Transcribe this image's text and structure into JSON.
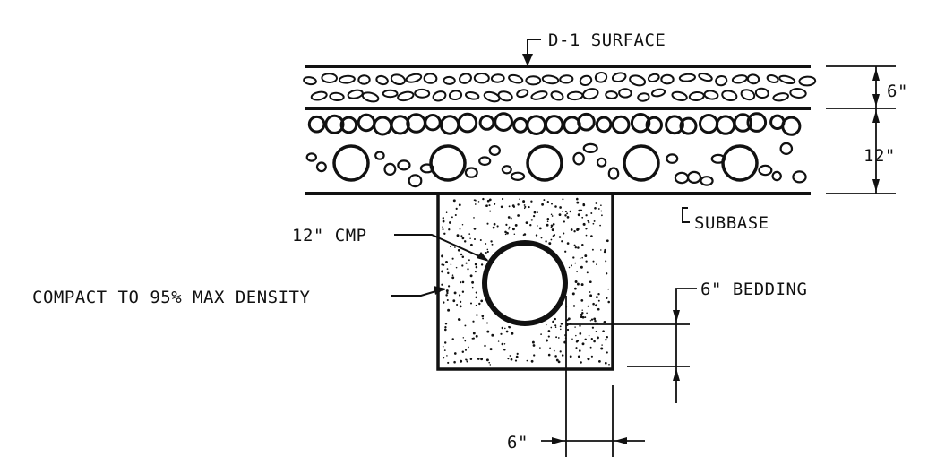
{
  "labels": {
    "surface": "D-1 SURFACE",
    "subbase": "SUBBASE",
    "pipe": "12\" CMP",
    "compact": "COMPACT TO 95% MAX DENSITY",
    "bedding": "6\" BEDDING",
    "dim_surface": "6\"",
    "dim_base": "12\"",
    "dim_width": "6\""
  },
  "colors": {
    "ink": "#111111",
    "paper": "#ffffff"
  }
}
